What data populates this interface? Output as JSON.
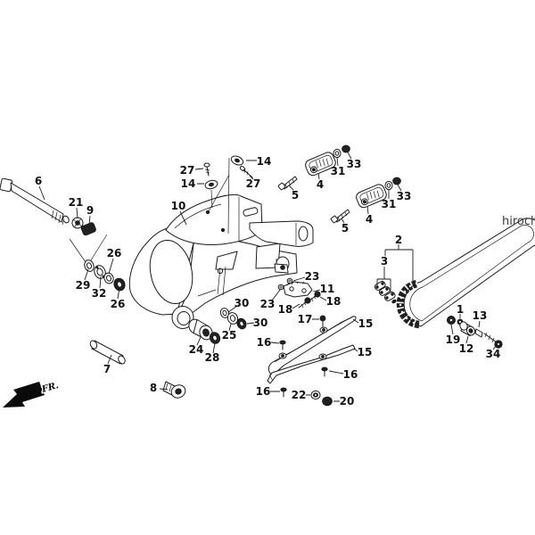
{
  "diagram": {
    "watermark": "hiroch",
    "direction_marker": "FR.",
    "part_labels": [
      {
        "text": "6",
        "ref": "swingarm-pivot-bolt"
      },
      {
        "text": "21",
        "ref": "pivot-adjust-nut"
      },
      {
        "text": "9",
        "ref": "pivot-bushing"
      },
      {
        "text": "27",
        "ref": "screw-left"
      },
      {
        "text": "14",
        "ref": "clip-nut-left"
      },
      {
        "text": "14",
        "ref": "clip-nut-right"
      },
      {
        "text": "27",
        "ref": "screw-right"
      },
      {
        "text": "10",
        "ref": "swingarm"
      },
      {
        "text": "26",
        "ref": "bearing-spacer-upper"
      },
      {
        "text": "29",
        "ref": "dust-seal"
      },
      {
        "text": "32",
        "ref": "pivot-bearing"
      },
      {
        "text": "26",
        "ref": "bearing-lower"
      },
      {
        "text": "33",
        "ref": "adjuster-nut-1"
      },
      {
        "text": "31",
        "ref": "adjuster-washer-1"
      },
      {
        "text": "4",
        "ref": "chain-adjuster-block-1"
      },
      {
        "text": "5",
        "ref": "adjuster-bolt-1"
      },
      {
        "text": "33",
        "ref": "adjuster-nut-2"
      },
      {
        "text": "31",
        "ref": "adjuster-washer-2"
      },
      {
        "text": "4",
        "ref": "chain-adjuster-block-2"
      },
      {
        "text": "5",
        "ref": "adjuster-bolt-2"
      },
      {
        "text": "2",
        "ref": "drive-chain"
      },
      {
        "text": "3",
        "ref": "master-link"
      },
      {
        "text": "23",
        "ref": "guide-bolt-upper"
      },
      {
        "text": "11",
        "ref": "chain-guide-plate"
      },
      {
        "text": "18",
        "ref": "guide-flange-bolt-right"
      },
      {
        "text": "23",
        "ref": "guide-bolt-lower"
      },
      {
        "text": "18",
        "ref": "guide-flange-bolt-left"
      },
      {
        "text": "17",
        "ref": "slider-screw"
      },
      {
        "text": "30",
        "ref": "collar-seal-upper"
      },
      {
        "text": "25",
        "ref": "axle-collar"
      },
      {
        "text": "30",
        "ref": "collar-seal-lower"
      },
      {
        "text": "24",
        "ref": "pivot-collar"
      },
      {
        "text": "28",
        "ref": "bearing-ring"
      },
      {
        "text": "16",
        "ref": "slider-screw-mid"
      },
      {
        "text": "15",
        "ref": "chain-slider-upper"
      },
      {
        "text": "15",
        "ref": "chain-slider-lower"
      },
      {
        "text": "16",
        "ref": "slider-screw-right"
      },
      {
        "text": "16",
        "ref": "slider-screw-bottom"
      },
      {
        "text": "22",
        "ref": "grommet-washer"
      },
      {
        "text": "20",
        "ref": "cap-nut"
      },
      {
        "text": "7",
        "ref": "pivot-pipe"
      },
      {
        "text": "8",
        "ref": "flange-bolt"
      },
      {
        "text": "1",
        "ref": "tensioner-o-ring"
      },
      {
        "text": "13",
        "ref": "tensioner-collar"
      },
      {
        "text": "19",
        "ref": "tensioner-nut"
      },
      {
        "text": "12",
        "ref": "tensioner-roller"
      },
      {
        "text": "34",
        "ref": "tensioner-bolt"
      }
    ]
  }
}
